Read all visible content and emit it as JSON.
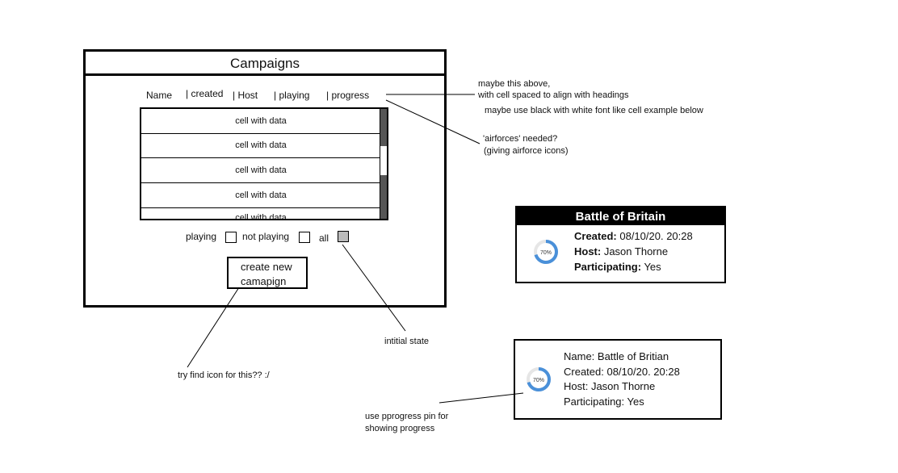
{
  "window": {
    "title": "Campaigns",
    "headers": [
      "Name",
      "| created",
      "| Host",
      "| playing",
      "| progress"
    ],
    "rows": [
      "cell with data",
      "cell with data",
      "cell with data",
      "cell with data",
      "cell with data"
    ],
    "filters": {
      "playing_label": "playing",
      "not_playing_label": "not playing",
      "all_label": "all"
    },
    "create_button": {
      "line1": "create new",
      "line2": "camapign"
    }
  },
  "notes": {
    "heading_note_1": "maybe this above,",
    "heading_note_2": "with cell spaced to align with headings",
    "heading_note_3": "maybe use black with white font like cell example below",
    "airforce_note_1": "'airforces' needed?",
    "airforce_note_2": "(giving airforce icons)",
    "initial_state": "intitial state",
    "icon_note": "try find icon for this?? :/",
    "progress_note_1": "use pprogress pin for",
    "progress_note_2": "showing progress"
  },
  "card1": {
    "title": "Battle of Britain",
    "progress_label": "70%",
    "progress_value": 0.7,
    "created_key": "Created:",
    "created_val": " 08/10/20. 20:28",
    "host_key": "Host:",
    "host_val": " Jason Thorne",
    "participating_key": "Participating:",
    "participating_val": " Yes"
  },
  "card2": {
    "progress_label": "70%",
    "progress_value": 0.7,
    "name": "Name: Battle of Britian",
    "created": "Created: 08/10/20. 20:28",
    "host": "Host: Jason Thorne",
    "participating": "Participating: Yes"
  },
  "colors": {
    "progress": "#4a90d9",
    "progress_track": "#e6e6e6",
    "scroll_thumb": "#555555"
  }
}
